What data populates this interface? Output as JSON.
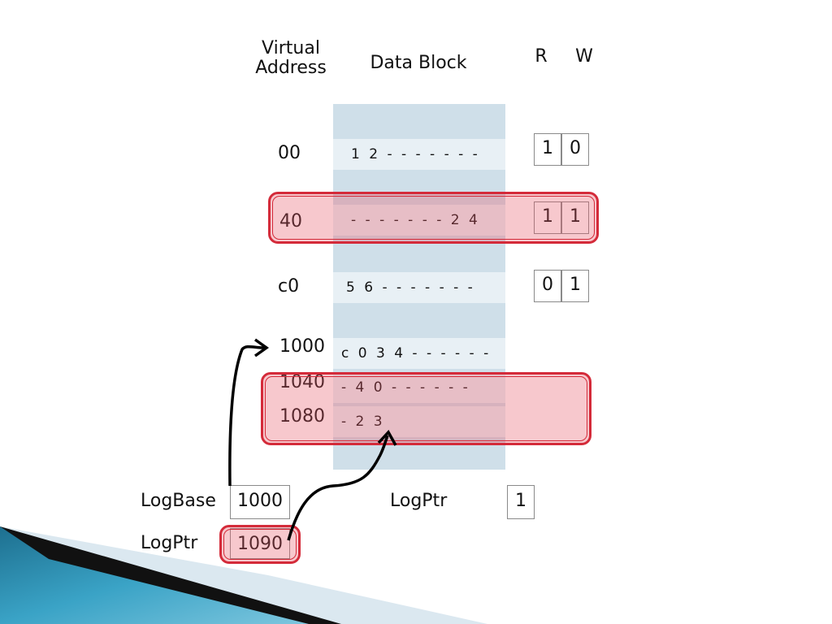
{
  "headers": {
    "virtual_address": "Virtual\nAddress",
    "data_block": "Data Block",
    "r": "R",
    "w": "W"
  },
  "rows": [
    {
      "addr": "00",
      "data": "1 2 - - - - - - -",
      "r": "1",
      "w": "0"
    },
    {
      "addr": "40",
      "data": "- - - - - - - 2 4",
      "r": "1",
      "w": "1"
    },
    {
      "addr": "c0",
      "data": "5 6 - - - - - - -",
      "r": "0",
      "w": "1"
    }
  ],
  "log_rows": [
    {
      "addr": "1000",
      "data": "c 0 3 4 - - - - - -"
    },
    {
      "addr": "1040",
      "data": "- 4 0 - - - - - -"
    },
    {
      "addr": "1080",
      "data": "- 2 3"
    }
  ],
  "registers": {
    "logbase_label": "LogBase",
    "logbase_value": "1000",
    "logptr_label": "LogPtr",
    "logptr_value": "1090",
    "logptr2_label": "LogPtr",
    "logptr2_value": "1"
  },
  "colors": {
    "column_bg": "#cfdfe9",
    "row_bg": "#e8f0f5",
    "highlight_border": "#d42b3a",
    "highlight_fill": "#e85868"
  }
}
